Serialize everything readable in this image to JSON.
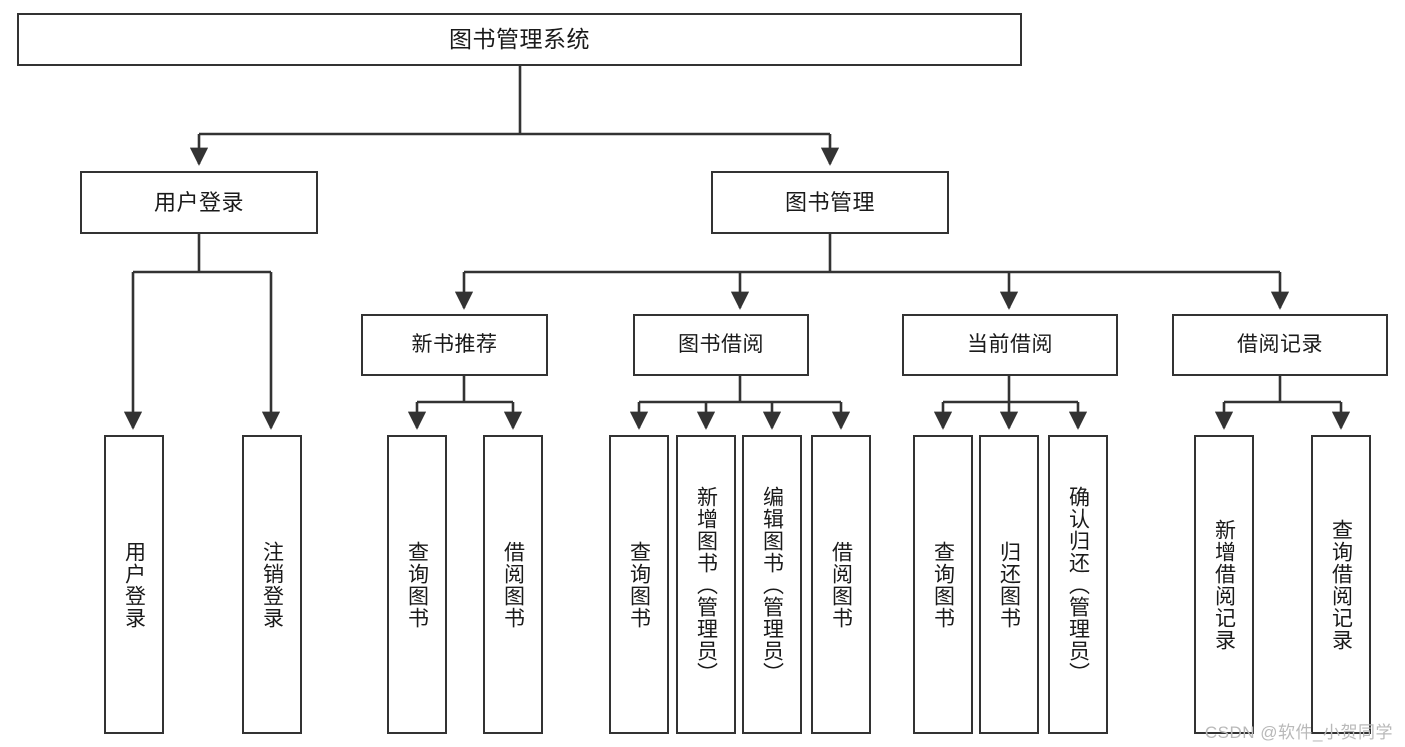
{
  "diagram": {
    "title": "图书管理系统",
    "type": "tree-hierarchy",
    "watermark": "CSDN @软件_小贺同学",
    "colors": {
      "stroke": "#333333",
      "fill": "#ffffff",
      "text": "#1a1a1a",
      "watermark": "#b9b9b9"
    },
    "nodes": {
      "root": {
        "label": "图书管理系统"
      },
      "level1": [
        {
          "label": "用户登录"
        },
        {
          "label": "图书管理"
        }
      ],
      "level2": [
        {
          "label": "新书推荐"
        },
        {
          "label": "图书借阅"
        },
        {
          "label": "当前借阅"
        },
        {
          "label": "借阅记录"
        }
      ],
      "leaves": {
        "user_login": [
          {
            "label": "用户登录"
          },
          {
            "label": "注销登录"
          }
        ],
        "new_book_recommend": [
          {
            "label": "查询图书"
          },
          {
            "label": "借阅图书"
          }
        ],
        "book_borrow": [
          {
            "label": "查询图书"
          },
          {
            "label": "新增图书（管理员）"
          },
          {
            "label": "编辑图书（管理员）"
          },
          {
            "label": "借阅图书"
          }
        ],
        "current_borrow": [
          {
            "label": "查询图书"
          },
          {
            "label": "归还图书"
          },
          {
            "label": "确认归还（管理员）"
          }
        ],
        "borrow_record": [
          {
            "label": "新增借阅记录"
          },
          {
            "label": "查询借阅记录"
          }
        ]
      }
    }
  }
}
